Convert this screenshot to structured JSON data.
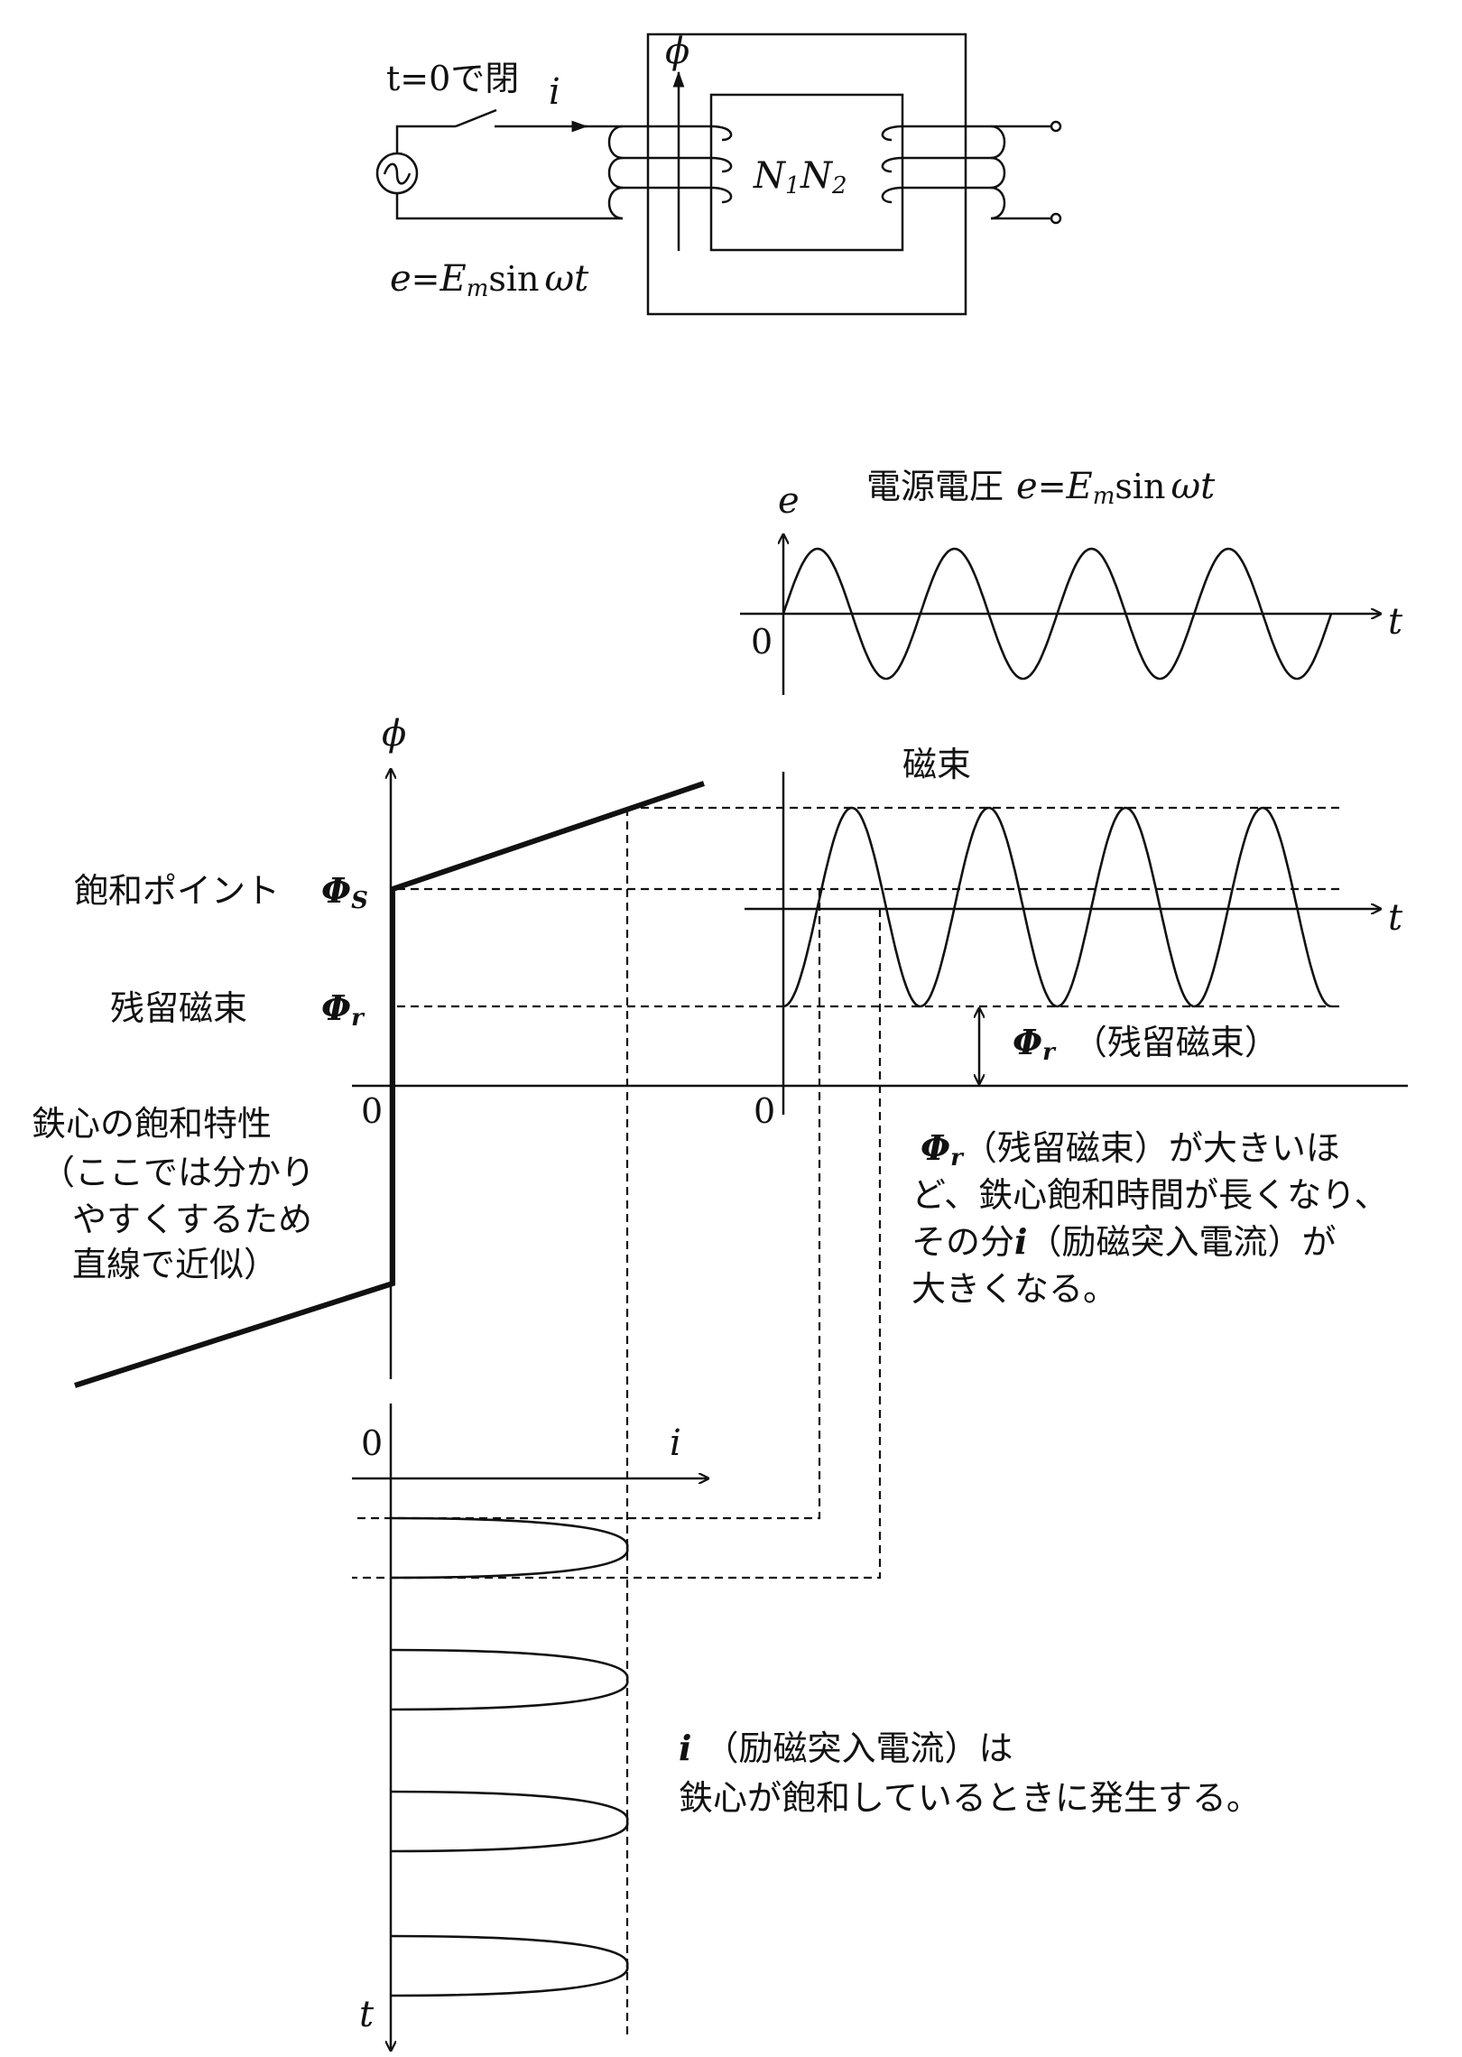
{
  "circuit": {
    "switch_label": "t=0で閉",
    "current_label": "i",
    "flux_label": "ϕ",
    "winding1_label": "N",
    "winding1_sub": "1",
    "winding2_label": "N",
    "winding2_sub": "2",
    "source_eq_e": "e",
    "source_eq_eq": "=",
    "source_eq_E": "E",
    "source_eq_sub": "m",
    "source_eq_rest": "sin",
    "source_eq_omega": "ωt"
  },
  "voltage_plot": {
    "title_jp": "電源電圧",
    "title_e": "e",
    "title_eq": "=",
    "title_E": "E",
    "title_sub": "m",
    "title_sin": "sin",
    "title_omega": "ωt",
    "y_axis_label": "e",
    "x_axis_label": "t",
    "origin_label": "0",
    "cycles": 4
  },
  "flux_plot": {
    "title": "磁束",
    "x_axis_label": "t",
    "origin_label": "0",
    "residual_label_sym": "Φ",
    "residual_label_sub": "r",
    "residual_label_text": "（残留磁束）",
    "cycles": 4
  },
  "saturation": {
    "y_axis_label": "ϕ",
    "origin_label": "0",
    "saturation_point_text": "飽和ポイント",
    "saturation_sym": "Φ",
    "saturation_sub": "S",
    "residual_text": "残留磁束",
    "residual_sym": "Φ",
    "residual_sub": "r",
    "caption_lines": [
      "鉄心の飽和特性",
      "（ここでは分かり",
      "やすくするため",
      "直線で近似）"
    ]
  },
  "current_plot": {
    "origin_label": "0",
    "x_axis_label": "i",
    "t_axis_label": "t",
    "pulses": 4
  },
  "notes": {
    "residual_note_sym": "Φ",
    "residual_note_sub": "r",
    "residual_note_lines": [
      "（残留磁束）が大きいほ",
      "ど、鉄心飽和時間が長くなり、",
      "その分",
      "（励磁突入電流）が",
      "大きくなる。"
    ],
    "residual_note_i": "i",
    "inrush_i": "i",
    "inrush_lines": [
      "（励磁突入電流）は",
      "鉄心が飽和しているときに発生する。"
    ]
  }
}
